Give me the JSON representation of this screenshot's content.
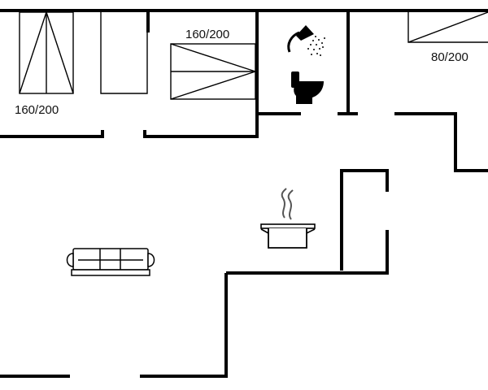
{
  "bed_labels": {
    "bed_left": "160/200",
    "bed_middle": "160/200",
    "bed_right": "80/200"
  },
  "icons": [
    "shower-icon",
    "toilet-icon",
    "cooking-pot-icon",
    "sofa-icon"
  ],
  "colors": {
    "wall": "#000000",
    "background": "#ffffff"
  }
}
